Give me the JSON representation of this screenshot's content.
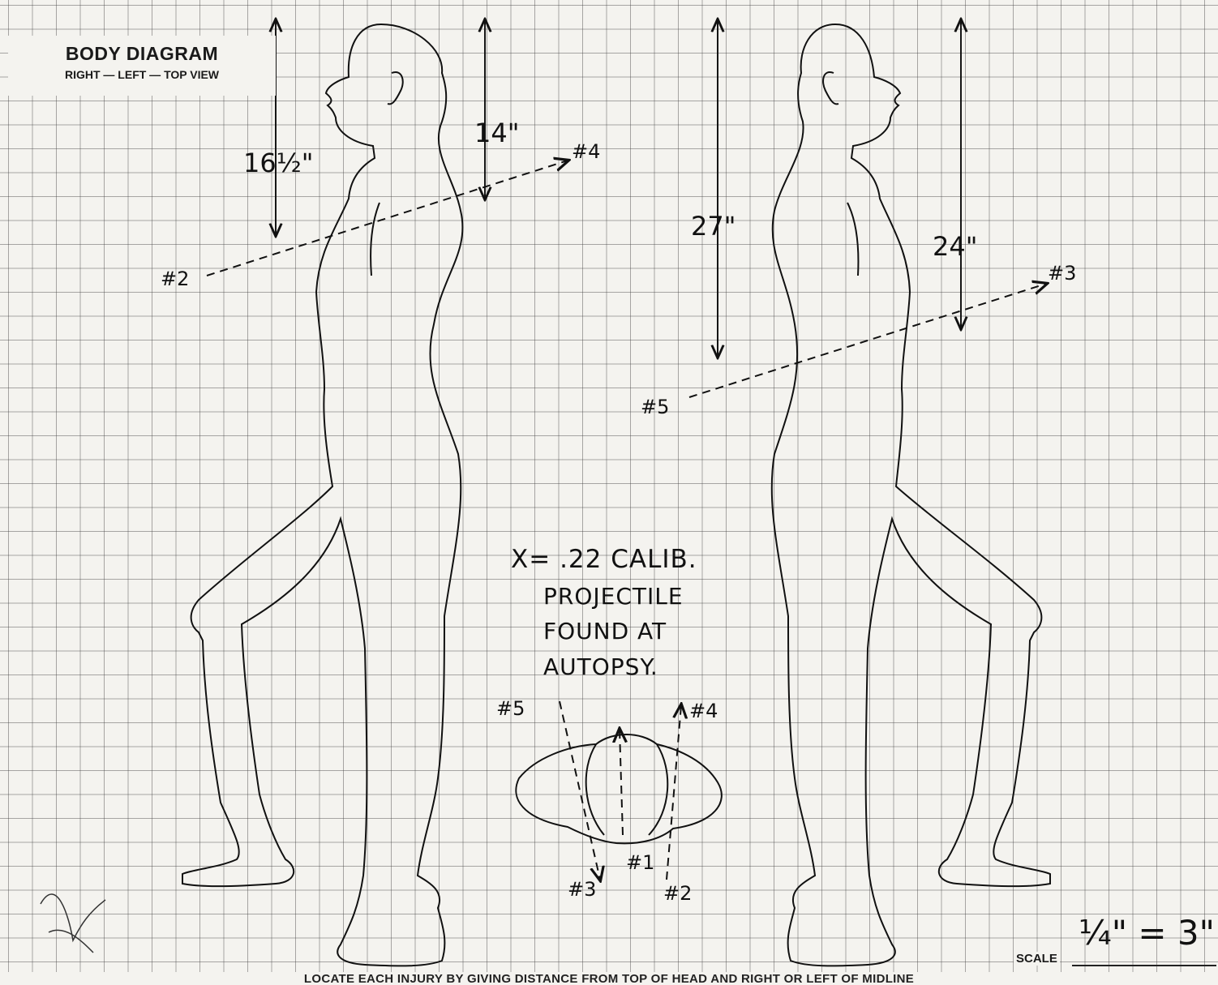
{
  "header": {
    "title": "BODY DIAGRAM",
    "subtitle": "RIGHT — LEFT — TOP VIEW"
  },
  "measurements": {
    "m1": "16½\"",
    "m2": "14\"",
    "m3": "27\"",
    "m4": "24\""
  },
  "wound_labels": {
    "w2_left": "#2",
    "w4_left": "#4",
    "w5_right": "#5",
    "w3_right": "#3",
    "top_w5": "#5",
    "top_w4": "#4",
    "top_w3": "#3",
    "top_w1": "#1",
    "top_w2": "#2"
  },
  "note": {
    "line1": "X= .22 CALIB.",
    "line2": "PROJECTILE",
    "line3": "FOUND AT",
    "line4": "AUTOPSY."
  },
  "scale": {
    "label": "SCALE",
    "value": "¼\" = 3\""
  },
  "footer": {
    "instruction": "LOCATE EACH INJURY BY GIVING DISTANCE FROM TOP OF HEAD AND RIGHT OR LEFT OF MIDLINE"
  },
  "colors": {
    "paper": "#f4f3ef",
    "ink": "#111111",
    "grid": "#464646"
  }
}
